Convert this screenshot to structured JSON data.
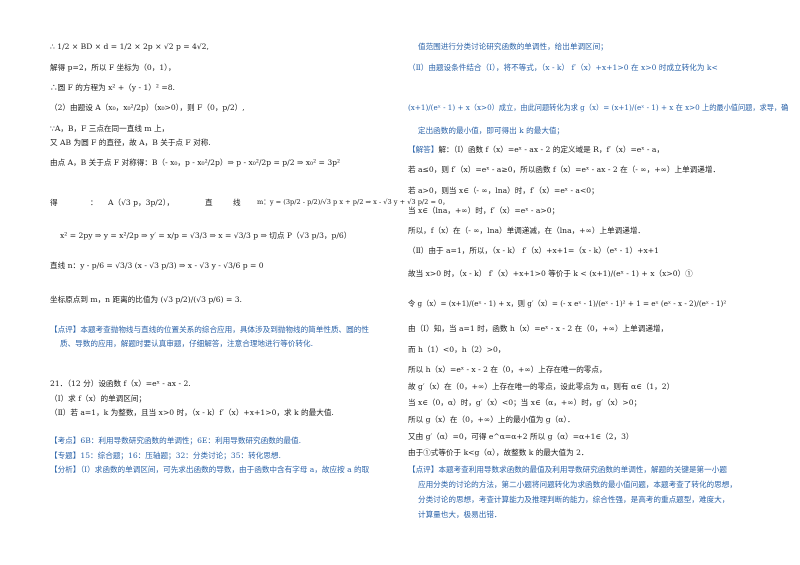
{
  "left": {
    "l1": "∴ 1/2 × BD × d = 1/2 × 2p × √2 p = 4√2,",
    "l2": "解得 p=2，所以 F 坐标为（0，1），",
    "l3": "∴圆 F 的方程为 x² +（y - 1）² =8.",
    "l4": "（2）由题设 A（x₀，x₀²/2p）（x₀>0），则 F（0，p/2）,",
    "l5": "∵A，B，F 三点在同一直线 m 上，",
    "l6": "又 AB 为圆 F 的直径，故 A，B 关于点 F 对称.",
    "l7": "由点 A，B 关于点 F 对称得：B（- x₀，p - x₀²/2p）⇒ p - x₀²/2p = p/2 ⇒ x₀² = 3p²",
    "l8a": "得",
    "l8b": "：",
    "l8c": "A（√3 p，3p/2），",
    "l8d": "直",
    "l8e": "线",
    "l8f": "m：y = (3p/2 - p/2)/√3 p x + p/2 ⇒ x - √3 y + √3 p/2 = 0，",
    "l9": "x² = 2py ⇒ y = x²/2p ⇒ y′ = x/p = √3/3 ⇒ x = √3/3 p ⇒ 切点 P（√3 p/3，p/6）",
    "l10": "直线 n：y - p/6 = √3/3 (x - √3 p/3) ⇒ x - √3 y - √3/6 p = 0",
    "l11": "坐标原点到 m，n 距离的比值为 (√3 p/2)/(√3 p/6) = 3.",
    "c1_tag": "【点评】",
    "c1a": "本题考查抛物线与直线的位置关系的综合应用，具体涉及到抛物线的简单性质、圆的性",
    "c1b": "质、导数的应用，解题时要认真审题，仔细解答，注意合理地进行等价转化.",
    "q21": "21．（12 分）设函数 f（x）=eˣ - ax - 2.",
    "q21a": "（Ⅰ）求 f（x）的单调区间；",
    "q21b": "（Ⅱ）若 a=1，k 为整数，且当 x>0 时，（x - k）f′（x）+x+1>0，求 k 的最大值.",
    "kd_tag": "【考点】",
    "kd": "6B：利用导数研究函数的单调性；6E：利用导数研究函数的最值.",
    "zt_tag": "【专题】",
    "zt": "15：综合题；16：压轴题；32：分类讨论；35：转化思想.",
    "fx_tag": "【分析】",
    "fx": "（Ⅰ）求函数的单调区间，可先求出函数的导数，由于函数中含有字母 a，故应按 a 的取"
  },
  "right": {
    "r1": "值范围进行分类讨论研究函数的单调性，给出单调区间；",
    "r2": "（Ⅱ）由题设条件结合（Ⅰ），将不等式，（x - k） f′（x）+x+1>0 在 x>0 时成立转化为 k<",
    "r3": "(x+1)/(eˣ - 1) + x（x>0）成立，由此问题转化为求 g（x）= (x+1)/(eˣ - 1) + x 在 x>0 上的最小值问题，求导，确",
    "r4": "定出函数的最小值，即可得出 k 的最大值；",
    "jd_tag": "【解答】",
    "r5": "解：（Ⅰ）函数 f（x）=eˣ - ax - 2 的定义域是 R，f′（x）=eˣ - a，",
    "r6": "若 a≤0，则 f′（x）=eˣ - a≥0，所以函数 f（x）=eˣ - ax - 2 在（- ∞，+∞）上单调递增．",
    "r7": "若 a>0，则当 x∈（- ∞，lna）时，f′（x）=eˣ - a<0；",
    "r8": "当 x∈（lna，+∞）时，f′（x）=eˣ - a>0；",
    "r9": "所以，f（x）在（- ∞，lna）单调递减，在（lna，+∞）上单调递增．",
    "r10": "（Ⅱ）由于 a=1，所以，（x - k） f′（x）+x+1=（x - k）（eˣ - 1）+x+1",
    "r11": "故当 x>0 时，（x - k） f′（x）+x+1>0 等价于 k < (x+1)/(eˣ - 1) + x（x>0）①",
    "r12": "令 g（x）= (x+1)/(eˣ - 1) + x，则 g′（x）= (- x eˣ - 1)/(eˣ - 1)² + 1 = eˣ (eˣ - x - 2)/(eˣ - 1)²",
    "r13": "由（Ⅰ）知，当 a=1 时，函数 h（x）=eˣ - x - 2 在（0，+∞）上单调递增，",
    "r14": "而 h（1）<0，h（2）>0，",
    "r15": "所以 h（x）=eˣ - x - 2 在（0，+∞）上存在唯一的零点，",
    "r16": "故 g′（x）在（0，+∞）上存在唯一的零点，设此零点为 α，则有 α∈（1，2）",
    "r17": "当 x∈（0，α）时，g′（x）<0；当 x∈（α，+∞）时，g′（x）>0；",
    "r18": "所以 g（x）在（0，+∞）上的最小值为 g（α）．",
    "r19": "又由 g′（α）=0，可得 e^α=α+2 所以 g（α）=α+1∈（2，3）",
    "r20": "由于①式等价于 k<g（α），故整数 k 的最大值为 2．",
    "dp_tag": "【点评】",
    "r21": "本题考查利用导数求函数的最值及利用导数研究函数的单调性，解题的关键是第一小题",
    "r22": "应用分类的讨论的方法，第二小题将问题转化为求函数的最小值问题，本题考查了转化的思想，",
    "r23": "分类讨论的思想，考查计算能力及推理判断的能力，综合性强，是高考的重点题型，难度大，",
    "r24": "计算量也大，极易出错．"
  }
}
